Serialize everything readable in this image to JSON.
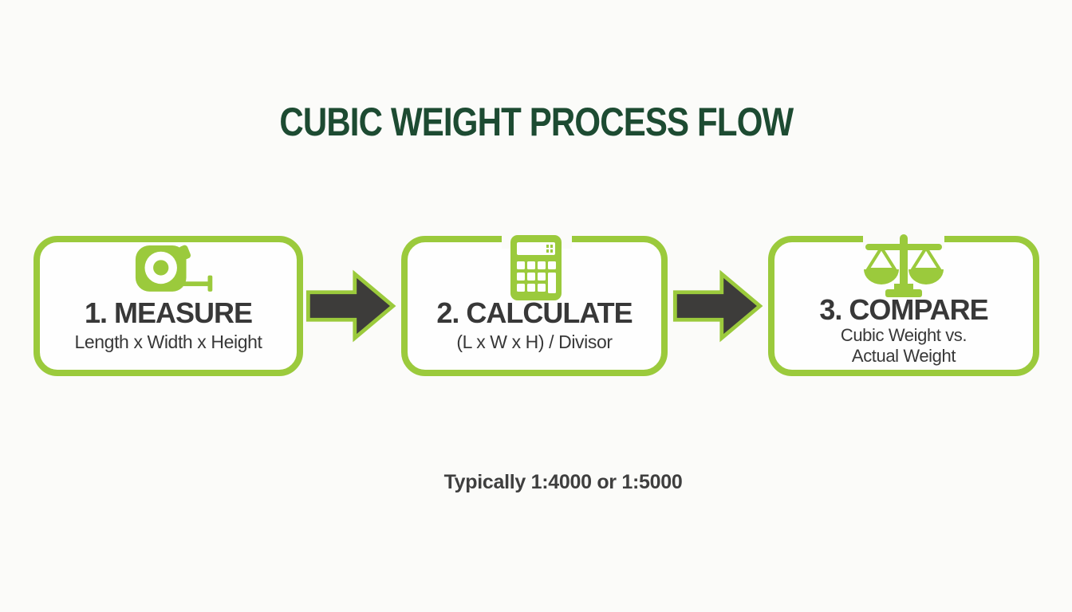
{
  "title": "CUBIC WEIGHT PROCESS FLOW",
  "colors": {
    "accent_green": "#9bca3c",
    "dark_green": "#1d4b32",
    "arrow_dark": "#3d3c3a",
    "text_dark": "#383838",
    "background": "#fbfbf9"
  },
  "steps": [
    {
      "label": "1. MEASURE",
      "icon": "tape-measure-icon",
      "subtitle_lines": [
        "Length x Width x Height"
      ]
    },
    {
      "label": "2. CALCULATE",
      "icon": "calculator-icon",
      "subtitle_lines": [
        "(L x W x H) / Divisor"
      ]
    },
    {
      "label": "3. COMPARE",
      "icon": "balance-scale-icon",
      "subtitle_lines": [
        "Cubic Weight vs.",
        "Actual Weight"
      ]
    }
  ],
  "note": "Typically 1:4000 or 1:5000"
}
